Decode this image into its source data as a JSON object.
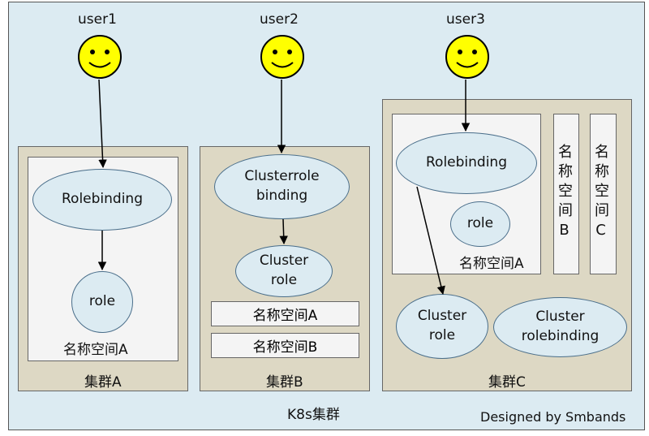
{
  "users": [
    "user1",
    "user2",
    "user3"
  ],
  "k8s_cluster_label": "K8s集群",
  "credit": "Designed by Smbands",
  "cluster_a": {
    "label": "集群A",
    "namespace_label": "名称空间A",
    "rolebinding": "Rolebinding",
    "role": "role"
  },
  "cluster_b": {
    "label": "集群B",
    "clusterrolebinding": "Clusterrole\nbinding",
    "clusterrole": "Cluster\nrole",
    "namespace_a": "名称空间A",
    "namespace_b": "名称空间B"
  },
  "cluster_c": {
    "label": "集群C",
    "namespace_a_label": "名称空间A",
    "rolebinding": "Rolebinding",
    "role": "role",
    "namespace_b": "名称空间B",
    "namespace_c": "名称空间C",
    "clusterrole": "Cluster\nrole",
    "clusterrolebinding": "Cluster\nrolebinding"
  }
}
